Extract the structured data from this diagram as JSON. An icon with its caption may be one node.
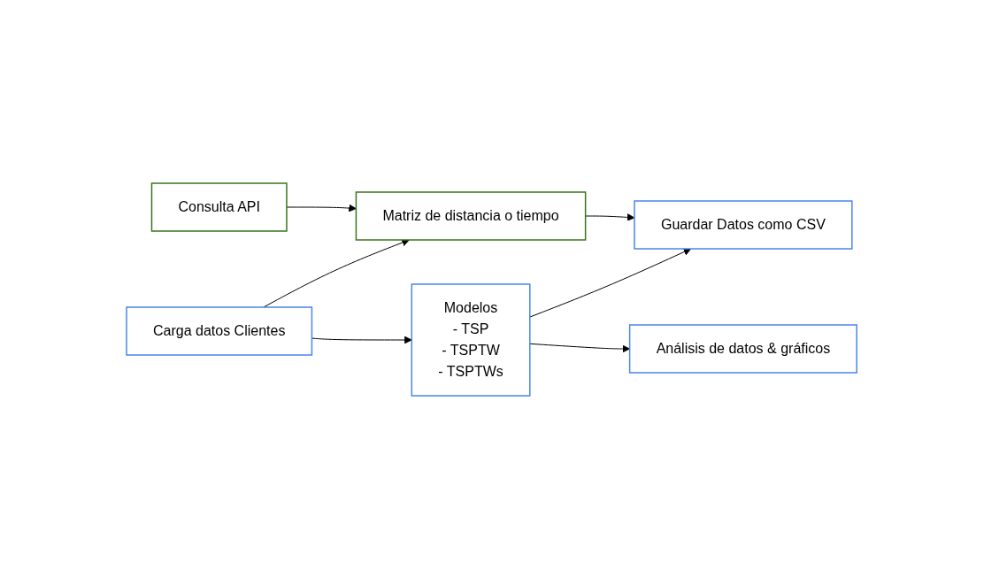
{
  "diagram": {
    "nodes": [
      {
        "text": [
          "Consulta API"
        ]
      },
      {
        "text": [
          "Carga datos Clientes"
        ]
      },
      {
        "text": [
          "Matriz de distancia o tiempo"
        ]
      },
      {
        "text": [
          "Guardar Datos como CSV"
        ]
      },
      {
        "text": [
          "Modelos",
          "- TSP",
          "- TSPTW",
          "- TSPTWs"
        ]
      },
      {
        "text": [
          "Análisis de datos & gráficos"
        ]
      }
    ],
    "edges": [
      {
        "from": 0,
        "to": 2,
        "arrow": "to"
      },
      {
        "from": 1,
        "to": 2,
        "arrow": "to"
      },
      {
        "from": 1,
        "to": 4,
        "arrow": "to"
      },
      {
        "from": 2,
        "to": 3,
        "arrow": "to"
      },
      {
        "from": 4,
        "to": 3,
        "arrow": "to"
      },
      {
        "from": 4,
        "to": 5,
        "arrow": "to"
      }
    ]
  }
}
